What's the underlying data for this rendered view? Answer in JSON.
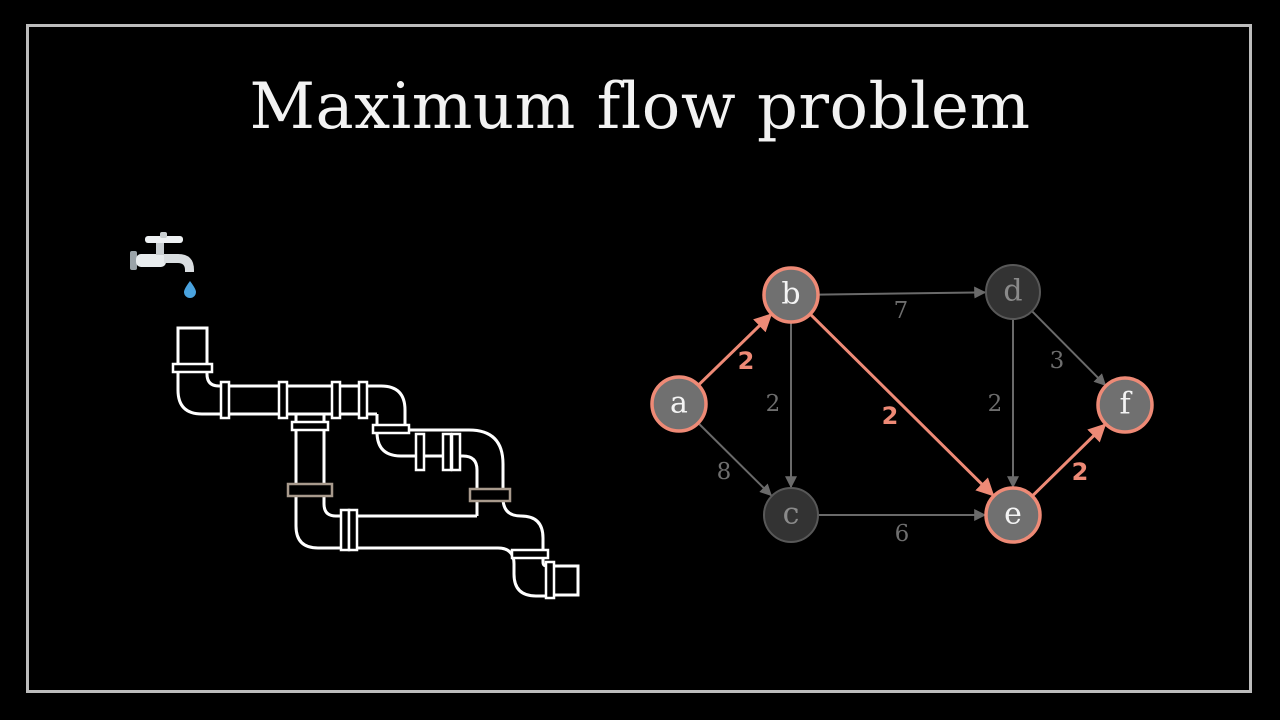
{
  "title": "Maximum flow problem",
  "colors": {
    "background": "#000000",
    "frame": "#bcbcbc",
    "highlight": "#ee8a76",
    "dim_edge": "#6a6a6a",
    "dim_text": "#6e6e6e",
    "node_fill_active": "#707070",
    "node_fill_dim": "#333333",
    "node_stroke_dim": "#585858",
    "pipe": "#ffffff",
    "pipe_flange": "#a89a8c"
  },
  "illustration": {
    "icons": [
      "faucet-icon",
      "water-drop-icon",
      "pipe-network-icon"
    ]
  },
  "graph": {
    "nodes": [
      {
        "id": "a",
        "label": "a",
        "active": true
      },
      {
        "id": "b",
        "label": "b",
        "active": true
      },
      {
        "id": "c",
        "label": "c",
        "active": false
      },
      {
        "id": "d",
        "label": "d",
        "active": false
      },
      {
        "id": "e",
        "label": "e",
        "active": true
      },
      {
        "id": "f",
        "label": "f",
        "active": true
      }
    ],
    "edges": [
      {
        "from": "a",
        "to": "b",
        "label": "2",
        "active": true
      },
      {
        "from": "a",
        "to": "c",
        "label": "8",
        "active": false
      },
      {
        "from": "b",
        "to": "c",
        "label": "2",
        "active": false
      },
      {
        "from": "b",
        "to": "d",
        "label": "7",
        "active": false
      },
      {
        "from": "b",
        "to": "e",
        "label": "2",
        "active": true
      },
      {
        "from": "c",
        "to": "e",
        "label": "6",
        "active": false
      },
      {
        "from": "d",
        "to": "e",
        "label": "2",
        "active": false
      },
      {
        "from": "d",
        "to": "f",
        "label": "3",
        "active": false
      },
      {
        "from": "e",
        "to": "f",
        "label": "2",
        "active": true
      }
    ]
  }
}
